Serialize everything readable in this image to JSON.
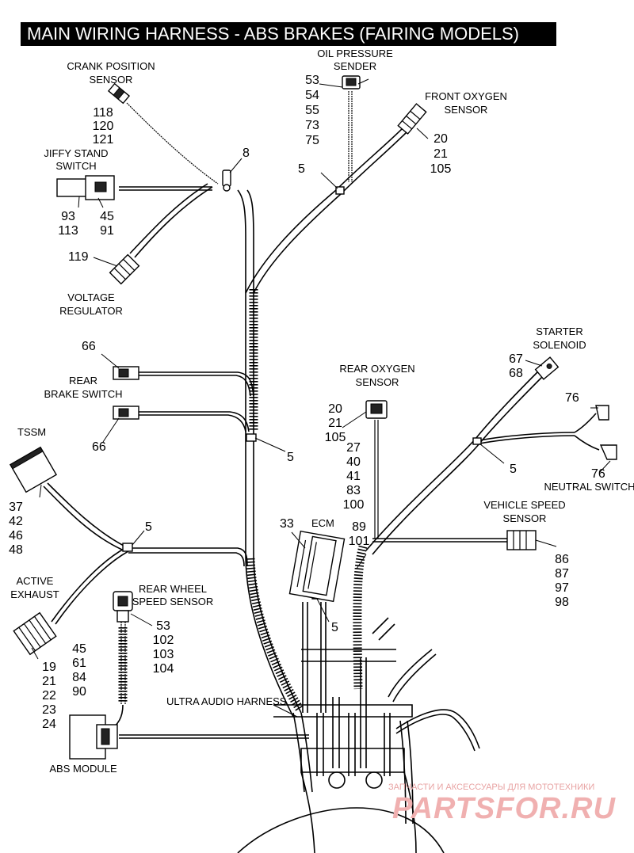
{
  "title": "MAIN WIRING HARNESS - ABS BRAKES (FAIRING MODELS)",
  "labels": {
    "crank_position_sensor": [
      "CRANK POSITION",
      "SENSOR"
    ],
    "oil_pressure_sender": [
      "OIL PRESSURE",
      "SENDER"
    ],
    "front_oxygen_sensor": [
      "FRONT OXYGEN",
      "SENSOR"
    ],
    "jiffy_stand_switch": [
      "JIFFY STAND",
      "SWITCH"
    ],
    "voltage_regulator": [
      "VOLTAGE",
      "REGULATOR"
    ],
    "rear_brake_switch": [
      "REAR",
      "BRAKE SWITCH"
    ],
    "tssm": [
      "TSSM"
    ],
    "active_exhaust": [
      "ACTIVE",
      "EXHAUST"
    ],
    "rear_wheel_speed_sensor": [
      "REAR WHEEL",
      "SPEED SENSOR"
    ],
    "abs_module": [
      "ABS MODULE"
    ],
    "ultra_audio_harness": [
      "ULTRA AUDIO HARNESS"
    ],
    "ecm": [
      "ECM"
    ],
    "rear_oxygen_sensor": [
      "REAR OXYGEN",
      "SENSOR"
    ],
    "starter_solenoid": [
      "STARTER",
      "SOLENOID"
    ],
    "neutral_switch": [
      "NEUTRAL SWITCH"
    ],
    "vehicle_speed_sensor": [
      "VEHICLE SPEED",
      "SENSOR"
    ]
  },
  "callouts": {
    "crank": [
      "118",
      "120",
      "121"
    ],
    "oil": [
      "53",
      "54",
      "55",
      "73",
      "75"
    ],
    "front_o2": [
      "20",
      "21",
      "105"
    ],
    "clip_top": [
      "8"
    ],
    "clip_5_top": [
      "5"
    ],
    "jiffy_left": [
      "93",
      "113"
    ],
    "jiffy_right": [
      "45",
      "91"
    ],
    "regulator": [
      "119"
    ],
    "brake_top": [
      "66"
    ],
    "brake_bottom": [
      "66"
    ],
    "clip_5_mid": [
      "5"
    ],
    "tssm": [
      "37",
      "42",
      "46",
      "48"
    ],
    "clip_5_left": [
      "5"
    ],
    "exhaust": [
      "19",
      "21",
      "22",
      "23",
      "24"
    ],
    "abs": [
      "45",
      "61",
      "84",
      "90"
    ],
    "rws": [
      "53",
      "102",
      "103",
      "104"
    ],
    "ecm_33": [
      "33"
    ],
    "ecm_clip": [
      "5"
    ],
    "rear_o2": [
      "20",
      "21",
      "105"
    ],
    "ecm_nums": [
      "27",
      "40",
      "41",
      "83",
      "100"
    ],
    "ecm_right": [
      "89",
      "101"
    ],
    "starter": [
      "67",
      "68"
    ],
    "neutral_top": [
      "76"
    ],
    "neutral_bottom": [
      "76"
    ],
    "clip_5_right": [
      "5"
    ],
    "vss": [
      "86",
      "87",
      "97",
      "98"
    ]
  },
  "watermark": {
    "tagline": "ЗАПЧАСТИ И АКСЕССУАРЫ ДЛЯ МОТОТЕХНИКИ",
    "brand": "PARTSFOR.RU"
  }
}
